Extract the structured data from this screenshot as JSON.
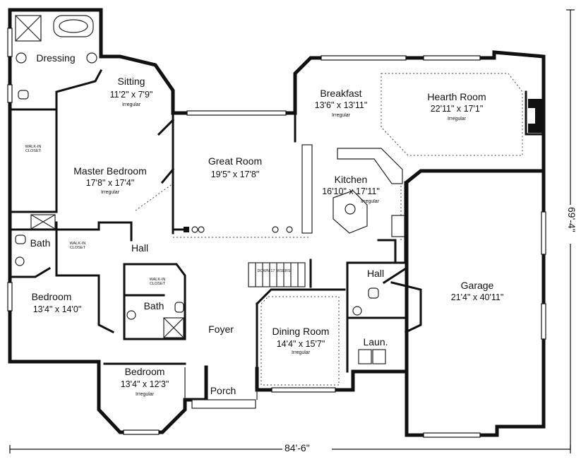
{
  "rooms": {
    "dressing": {
      "name": "Dressing"
    },
    "sitting": {
      "name": "Sitting",
      "size": "11'2\" x 7'9\"",
      "note": "Irregular"
    },
    "master_bedroom": {
      "name": "Master Bedroom",
      "size": "17'8\" x 17'4\"",
      "note": "Irregular"
    },
    "great_room": {
      "name": "Great Room",
      "size": "19'5\" x 17'8\""
    },
    "breakfast": {
      "name": "Breakfast",
      "size": "13'6\" x 13'11\"",
      "note": "Irregular"
    },
    "hearth_room": {
      "name": "Hearth Room",
      "size": "22'11\" x 17'1\"",
      "note": "Irregular"
    },
    "kitchen": {
      "name": "Kitchen",
      "size": "16'10\" x 17'11\"",
      "note": "Irregular"
    },
    "garage": {
      "name": "Garage",
      "size": "21'4\" x 40'11\""
    },
    "bath_left": {
      "name": "Bath"
    },
    "hall_left": {
      "name": "Hall"
    },
    "bedroom_left": {
      "name": "Bedroom",
      "size": "13'4\" x 14'0\""
    },
    "bath_center": {
      "name": "Bath"
    },
    "foyer": {
      "name": "Foyer"
    },
    "dining_room": {
      "name": "Dining Room",
      "size": "14'4\" x 15'7\"",
      "note": "Irregular"
    },
    "hall_right": {
      "name": "Hall"
    },
    "laundry": {
      "name": "Laun."
    },
    "bedroom_bottom": {
      "name": "Bedroom",
      "size": "13'4\" x 12'3\"",
      "note": "Irregular"
    },
    "porch": {
      "name": "Porch"
    }
  },
  "closets": {
    "walk_in_1": "WALK-IN CLOSET",
    "walk_in_2": "WALK-IN CLOSET",
    "walk_in_3": "WALK-IN CLOSET"
  },
  "stair_label": "DOWN 17 RISERS",
  "dimensions": {
    "width": "84'-6\"",
    "depth": "69'-4\""
  }
}
